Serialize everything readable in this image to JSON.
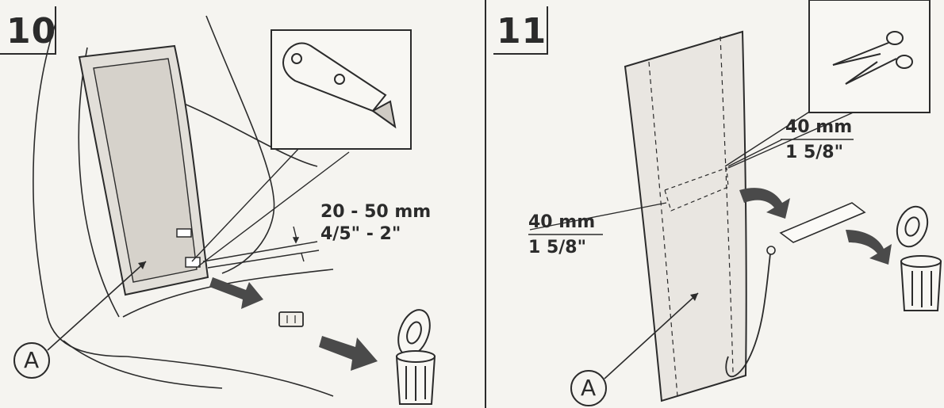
{
  "colors": {
    "ink": "#2b2b2b",
    "paper": "#f5f4f0",
    "shade": "#d9d6d0",
    "arrow": "#4a4a4a"
  },
  "step10": {
    "number": "10",
    "tool_icon": "utility-knife-icon",
    "measure_line1": "20 - 50 mm",
    "measure_line2": "4/5\" - 2\"",
    "callout": "A",
    "bin_icon": "trash-bin-icon"
  },
  "step11": {
    "number": "11",
    "tool_icon": "scissors-icon",
    "measure_top_line1": "40 mm",
    "measure_top_line2": "1 5/8\"",
    "measure_left_line1": "40 mm",
    "measure_left_line2": "1 5/8\"",
    "callout": "A",
    "bin_icon": "trash-bin-icon"
  }
}
